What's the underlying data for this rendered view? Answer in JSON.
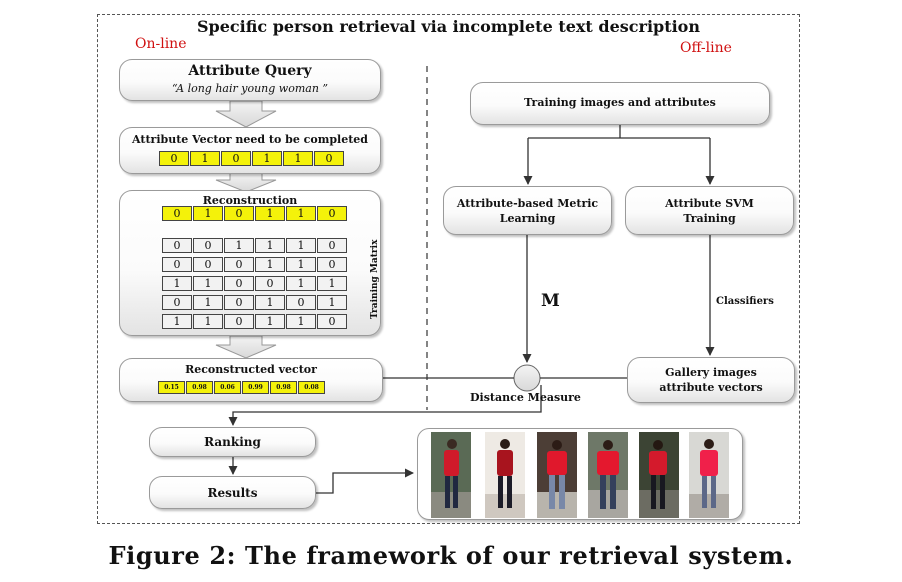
{
  "title": "Specific person retrieval via incomplete text description",
  "online_label": "On-line",
  "offline_label": "Off-line",
  "attribute_query": {
    "label": "Attribute Query",
    "example": "“A long hair young woman ”"
  },
  "attribute_vector": {
    "label": "Attribute Vector need to be completed",
    "values": [
      "0",
      "1",
      "0",
      "1",
      "1",
      "0"
    ]
  },
  "reconstruction": {
    "label": "Reconstruction",
    "target": [
      "0",
      "1",
      "0",
      "1",
      "1",
      "0"
    ],
    "training_matrix_label": "Training Matrix",
    "matrix": [
      [
        "0",
        "0",
        "1",
        "1",
        "1",
        "0"
      ],
      [
        "0",
        "0",
        "0",
        "1",
        "1",
        "0"
      ],
      [
        "1",
        "1",
        "0",
        "0",
        "1",
        "1"
      ],
      [
        "0",
        "1",
        "0",
        "1",
        "0",
        "1"
      ],
      [
        "1",
        "1",
        "0",
        "1",
        "1",
        "0"
      ]
    ]
  },
  "reconstructed_vector": {
    "label": "Reconstructed vector",
    "values": [
      "0.15",
      "0.98",
      "0.06",
      "0.99",
      "0.98",
      "0.08"
    ]
  },
  "ranking_label": "Ranking",
  "results_label": "Results",
  "training_images_label": "Training images and attributes",
  "metric_learning_label": [
    "Attribute-based Metric",
    "Learning"
  ],
  "svm_training_label": [
    "Attribute SVM",
    "Training"
  ],
  "m_label": "M",
  "classifiers_label": "Classifiers",
  "gallery_label": [
    "Gallery images",
    "attribute vectors"
  ],
  "distance_label": "Distance Measure",
  "caption": "Figure 2: The framework of our retrieval system.",
  "colors": {
    "highlight": "#f4f20a",
    "online_offline": "#d01010",
    "shirt": "#e01830"
  },
  "result_images": [
    "person-1",
    "person-2",
    "person-3",
    "person-4",
    "person-5",
    "person-6"
  ]
}
